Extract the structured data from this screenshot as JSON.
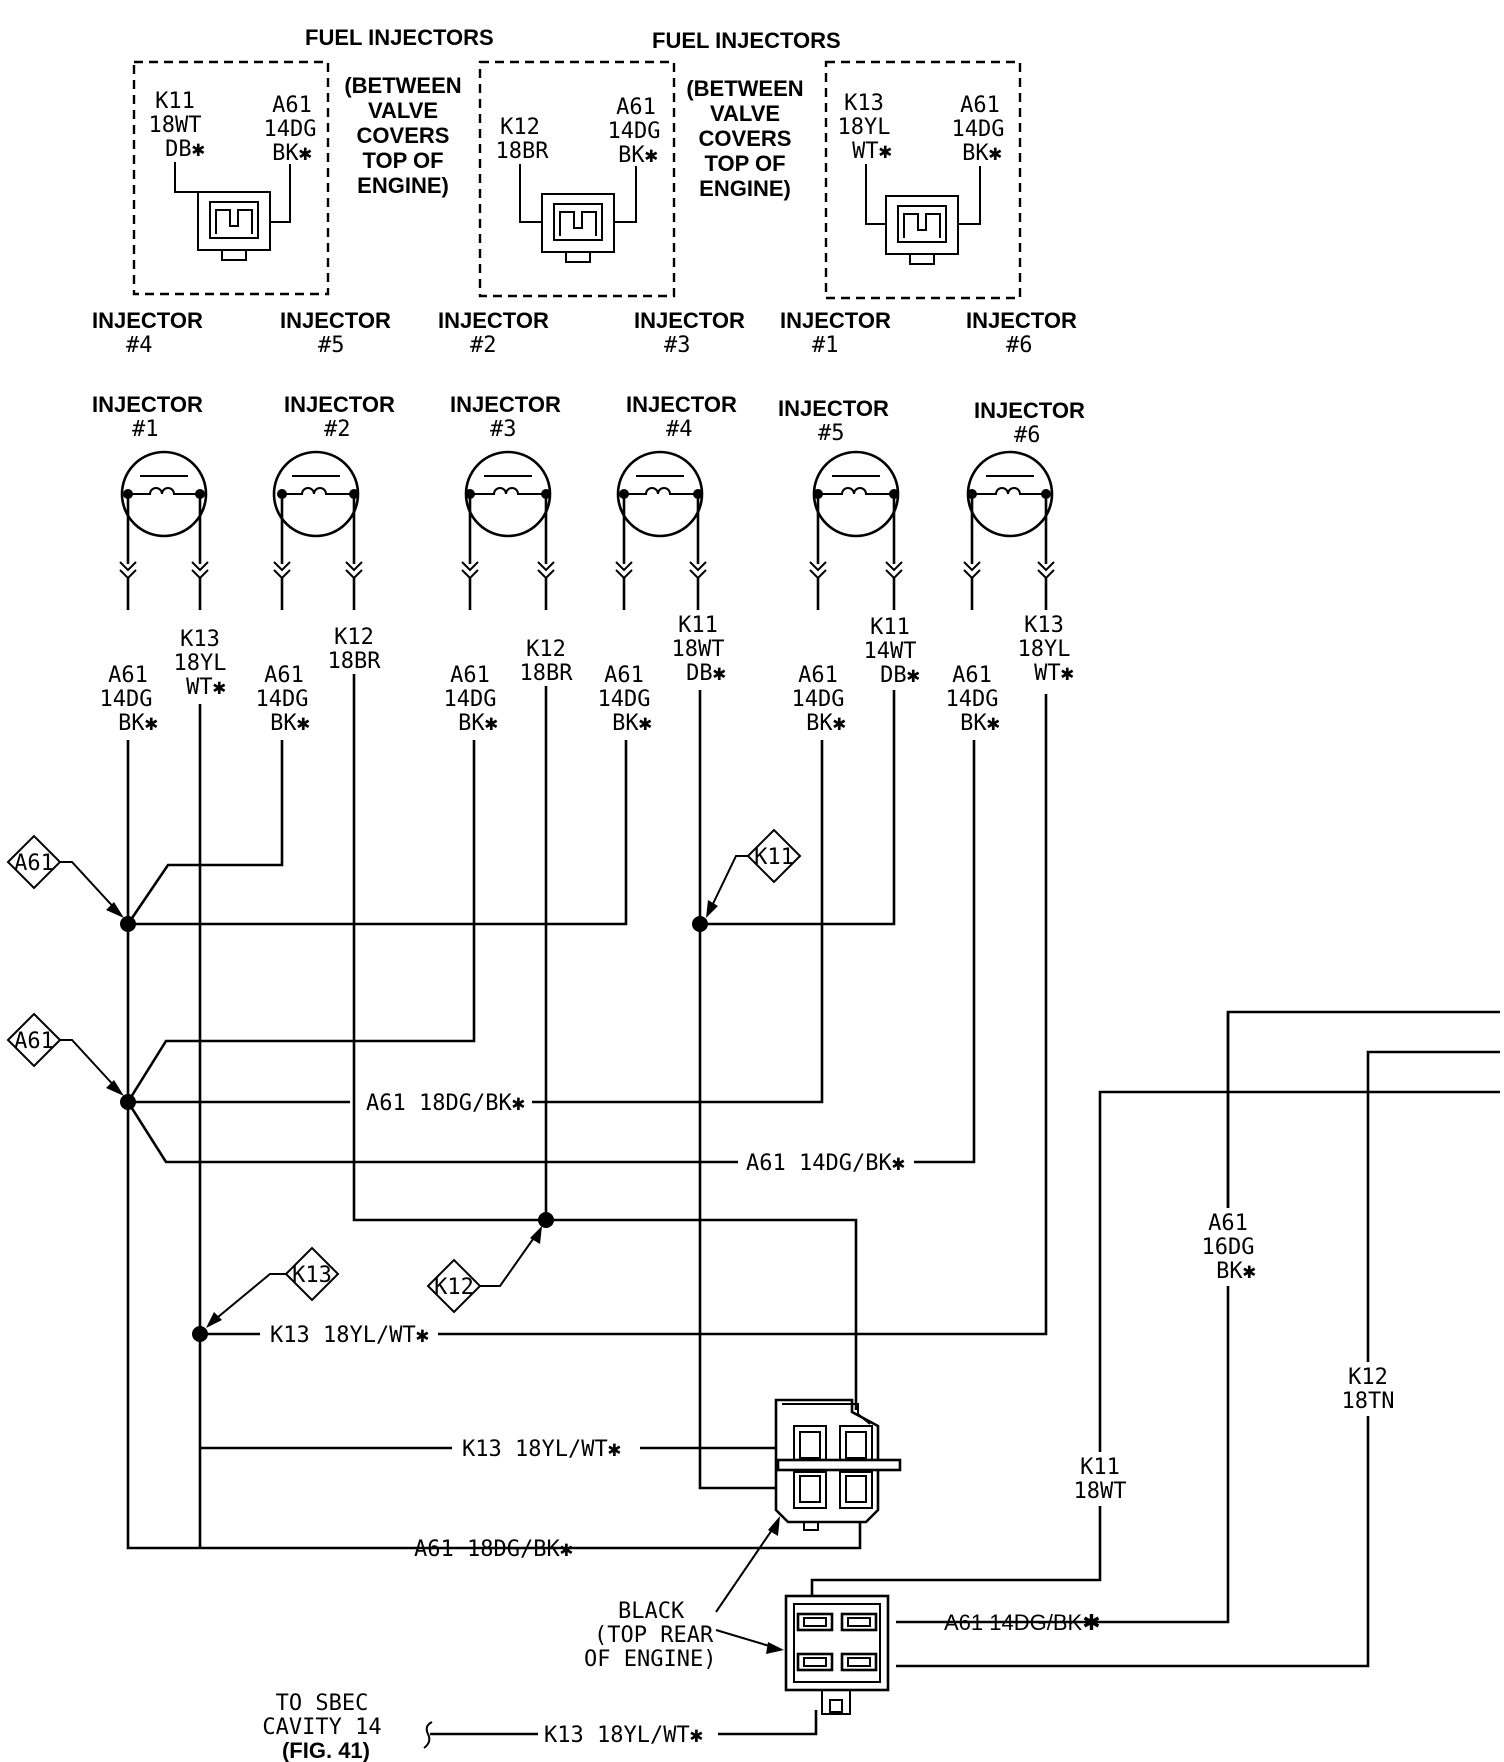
{
  "top": {
    "header_left": "FUEL INJECTORS",
    "header_right": "FUEL INJECTORS",
    "location_note": [
      "(BETWEEN",
      "VALVE",
      "COVERS",
      "TOP OF",
      "ENGINE)"
    ],
    "connectors": [
      {
        "left_wire": [
          "K11",
          "18WT",
          "DB✱"
        ],
        "right_wire": [
          "A61",
          "14DG",
          "BK✱"
        ],
        "label_left": [
          "INJECTOR",
          "#4"
        ],
        "label_right": [
          "INJECTOR",
          "#5"
        ]
      },
      {
        "left_wire": [
          "K12",
          "18BR"
        ],
        "right_wire": [
          "A61",
          "14DG",
          "BK✱"
        ],
        "label_left": [
          "INJECTOR",
          "#2"
        ],
        "label_right": [
          "INJECTOR",
          "#3"
        ]
      },
      {
        "left_wire": [
          "K13",
          "18YL",
          "WT✱"
        ],
        "right_wire": [
          "A61",
          "14DG",
          "BK✱"
        ],
        "label_left": [
          "INJECTOR",
          "#1"
        ],
        "label_right": [
          "INJECTOR",
          "#6"
        ]
      }
    ]
  },
  "injectors": [
    {
      "label": [
        "INJECTOR",
        "#1"
      ],
      "left_wire": [
        "A61",
        "14DG",
        "BK✱"
      ],
      "right_wire": [
        "K13",
        "18YL",
        "WT✱"
      ]
    },
    {
      "label": [
        "INJECTOR",
        "#2"
      ],
      "left_wire": [
        "A61",
        "14DG",
        "BK✱"
      ],
      "right_wire": [
        "K12",
        "18BR"
      ]
    },
    {
      "label": [
        "INJECTOR",
        "#3"
      ],
      "left_wire": [
        "A61",
        "14DG",
        "BK✱"
      ],
      "right_wire": [
        "K12",
        "18BR"
      ]
    },
    {
      "label": [
        "INJECTOR",
        "#4"
      ],
      "left_wire": [
        "A61",
        "14DG",
        "BK✱"
      ],
      "right_wire": [
        "K11",
        "18WT",
        "DB✱"
      ]
    },
    {
      "label": [
        "INJECTOR",
        "#5"
      ],
      "left_wire": [
        "A61",
        "14DG",
        "BK✱"
      ],
      "right_wire": [
        "K11",
        "14WT",
        "DB✱"
      ]
    },
    {
      "label": [
        "INJECTOR",
        "#6"
      ],
      "left_wire": [
        "A61",
        "14DG",
        "BK✱"
      ],
      "right_wire": [
        "K13",
        "18YL",
        "WT✱"
      ]
    }
  ],
  "splice_tags": {
    "a61_top": "A61",
    "a61_mid": "A61",
    "k11": "K11",
    "k13": "K13",
    "k12": "K12"
  },
  "wire_labels": {
    "a61_18dg_mid": "A61 18DG/BK✱",
    "a61_14dg_mid": "A61 14DG/BK✱",
    "k13_splice": "K13 18YL/WT✱",
    "k13_conn": "K13 18YL/WT✱",
    "a61_18dg_bottom": "A61 18DG/BK✱",
    "a61_14dg_lower": "A61 14DG/BK✱",
    "k13_sbec": "K13 18YL/WT✱",
    "right_a61": [
      "A61",
      "16DG",
      "BK✱"
    ],
    "right_k12": [
      "K12",
      "18TN"
    ],
    "right_k11": [
      "K11",
      "18WT"
    ]
  },
  "black_connector_note": [
    "BLACK",
    "(TOP REAR",
    "OF ENGINE)"
  ],
  "sbec_note": [
    "TO SBEC",
    "CAVITY 14",
    "(FIG. 41)"
  ]
}
